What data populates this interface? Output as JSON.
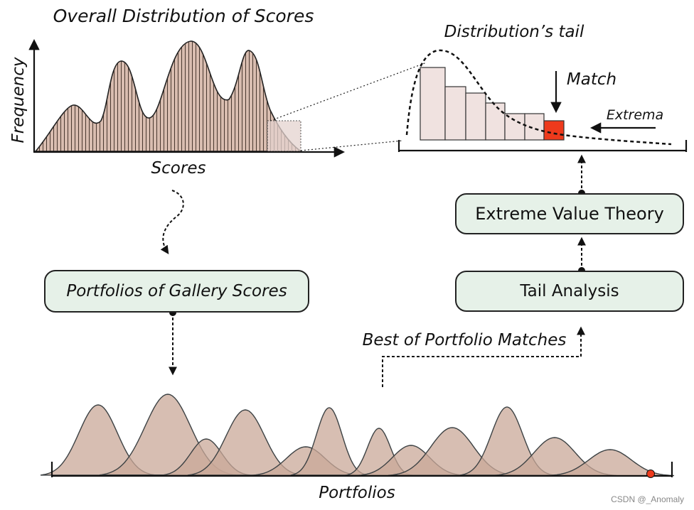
{
  "texts": {
    "title_left": "Overall Distribution of Scores",
    "xlabel_left": "Scores",
    "ylabel_left": "Frequency",
    "title_right": "Distribution’s tail",
    "match": "Match",
    "extrema": "Extrema",
    "best_portfolio": "Best of Portfolio Matches",
    "portfolios_axis": "Portfolios"
  },
  "boxes": {
    "portfolios": "Portfolios of Gallery Scores",
    "evt": "Extreme Value Theory",
    "tail": "Tail Analysis"
  },
  "colors": {
    "fill_main": "#d9bdb0",
    "fill_portfolio": "#c9a898",
    "fill_portfolio_overlap": "#b88e78",
    "box_fill": "#e6f1e8",
    "match_red": "#ee3a1c",
    "tail_bar": "#f0e2e0"
  },
  "watermark": "CSDN @_Anomaly"
}
